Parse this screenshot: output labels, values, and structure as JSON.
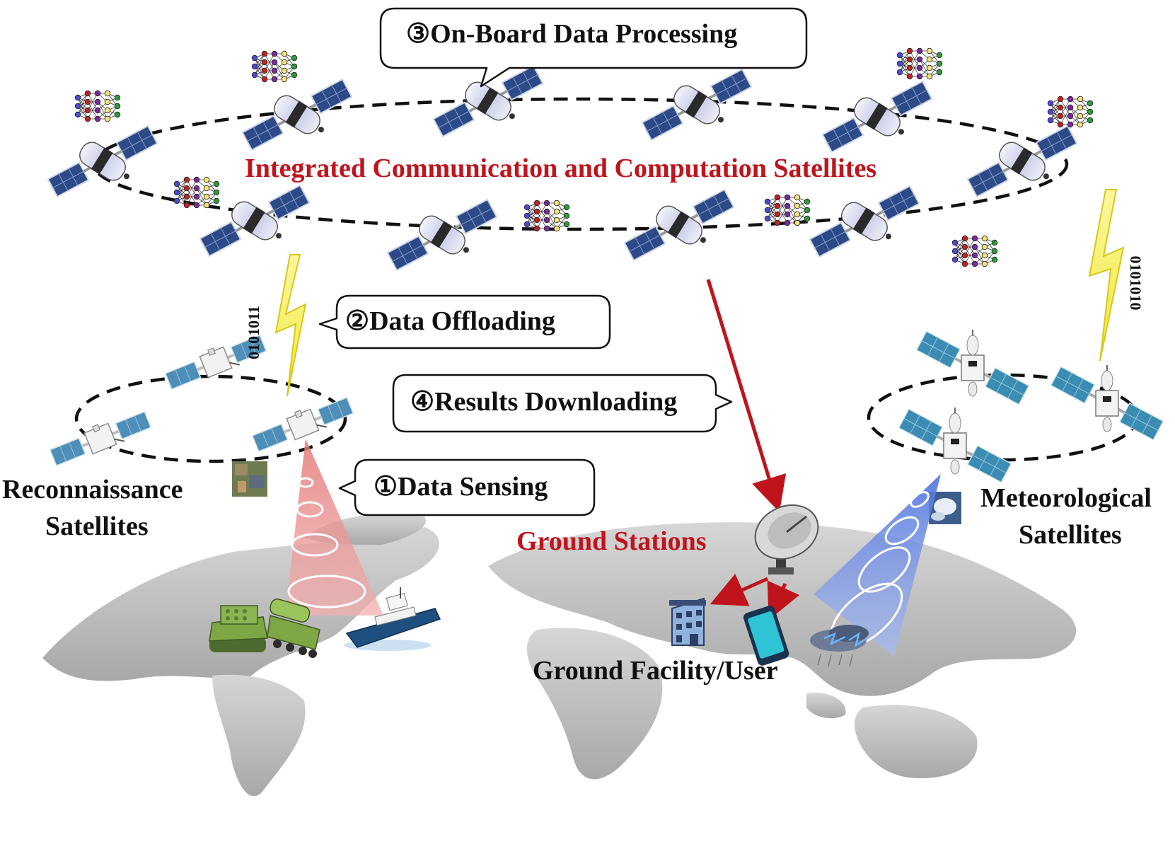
{
  "title": "Integrated Communication and Computation Satellites",
  "steps": {
    "step1": "①Data Sensing",
    "step2": "②Data Offloading",
    "step3": "③On-Board Data Processing",
    "step4": "④Results Downloading"
  },
  "labels": {
    "recon_line1": "Reconnaissance",
    "recon_line2": "Satellites",
    "meteo_line1": "Meteorological",
    "meteo_line2": "Satellites",
    "ground_stations": "Ground Stations",
    "ground_user": "Ground Facility/User"
  },
  "bits": {
    "left": "0101011",
    "right": "0101010"
  },
  "colors": {
    "red_text": "#c0141c",
    "arrow": "#c0141c",
    "lightning": "#f6f05a",
    "sensing_beam": "#e88a8a",
    "meteo_beam": "#6f8fe6",
    "map": "#c4c4c4",
    "panel": "#2b4f8f"
  },
  "icons": [
    "satellite-icon",
    "neural-network-icon",
    "lightning-icon",
    "radar-dish-icon",
    "building-icon",
    "smartphone-icon",
    "tank-icon",
    "missile-truck-icon",
    "ship-icon",
    "storm-icon",
    "world-map"
  ]
}
